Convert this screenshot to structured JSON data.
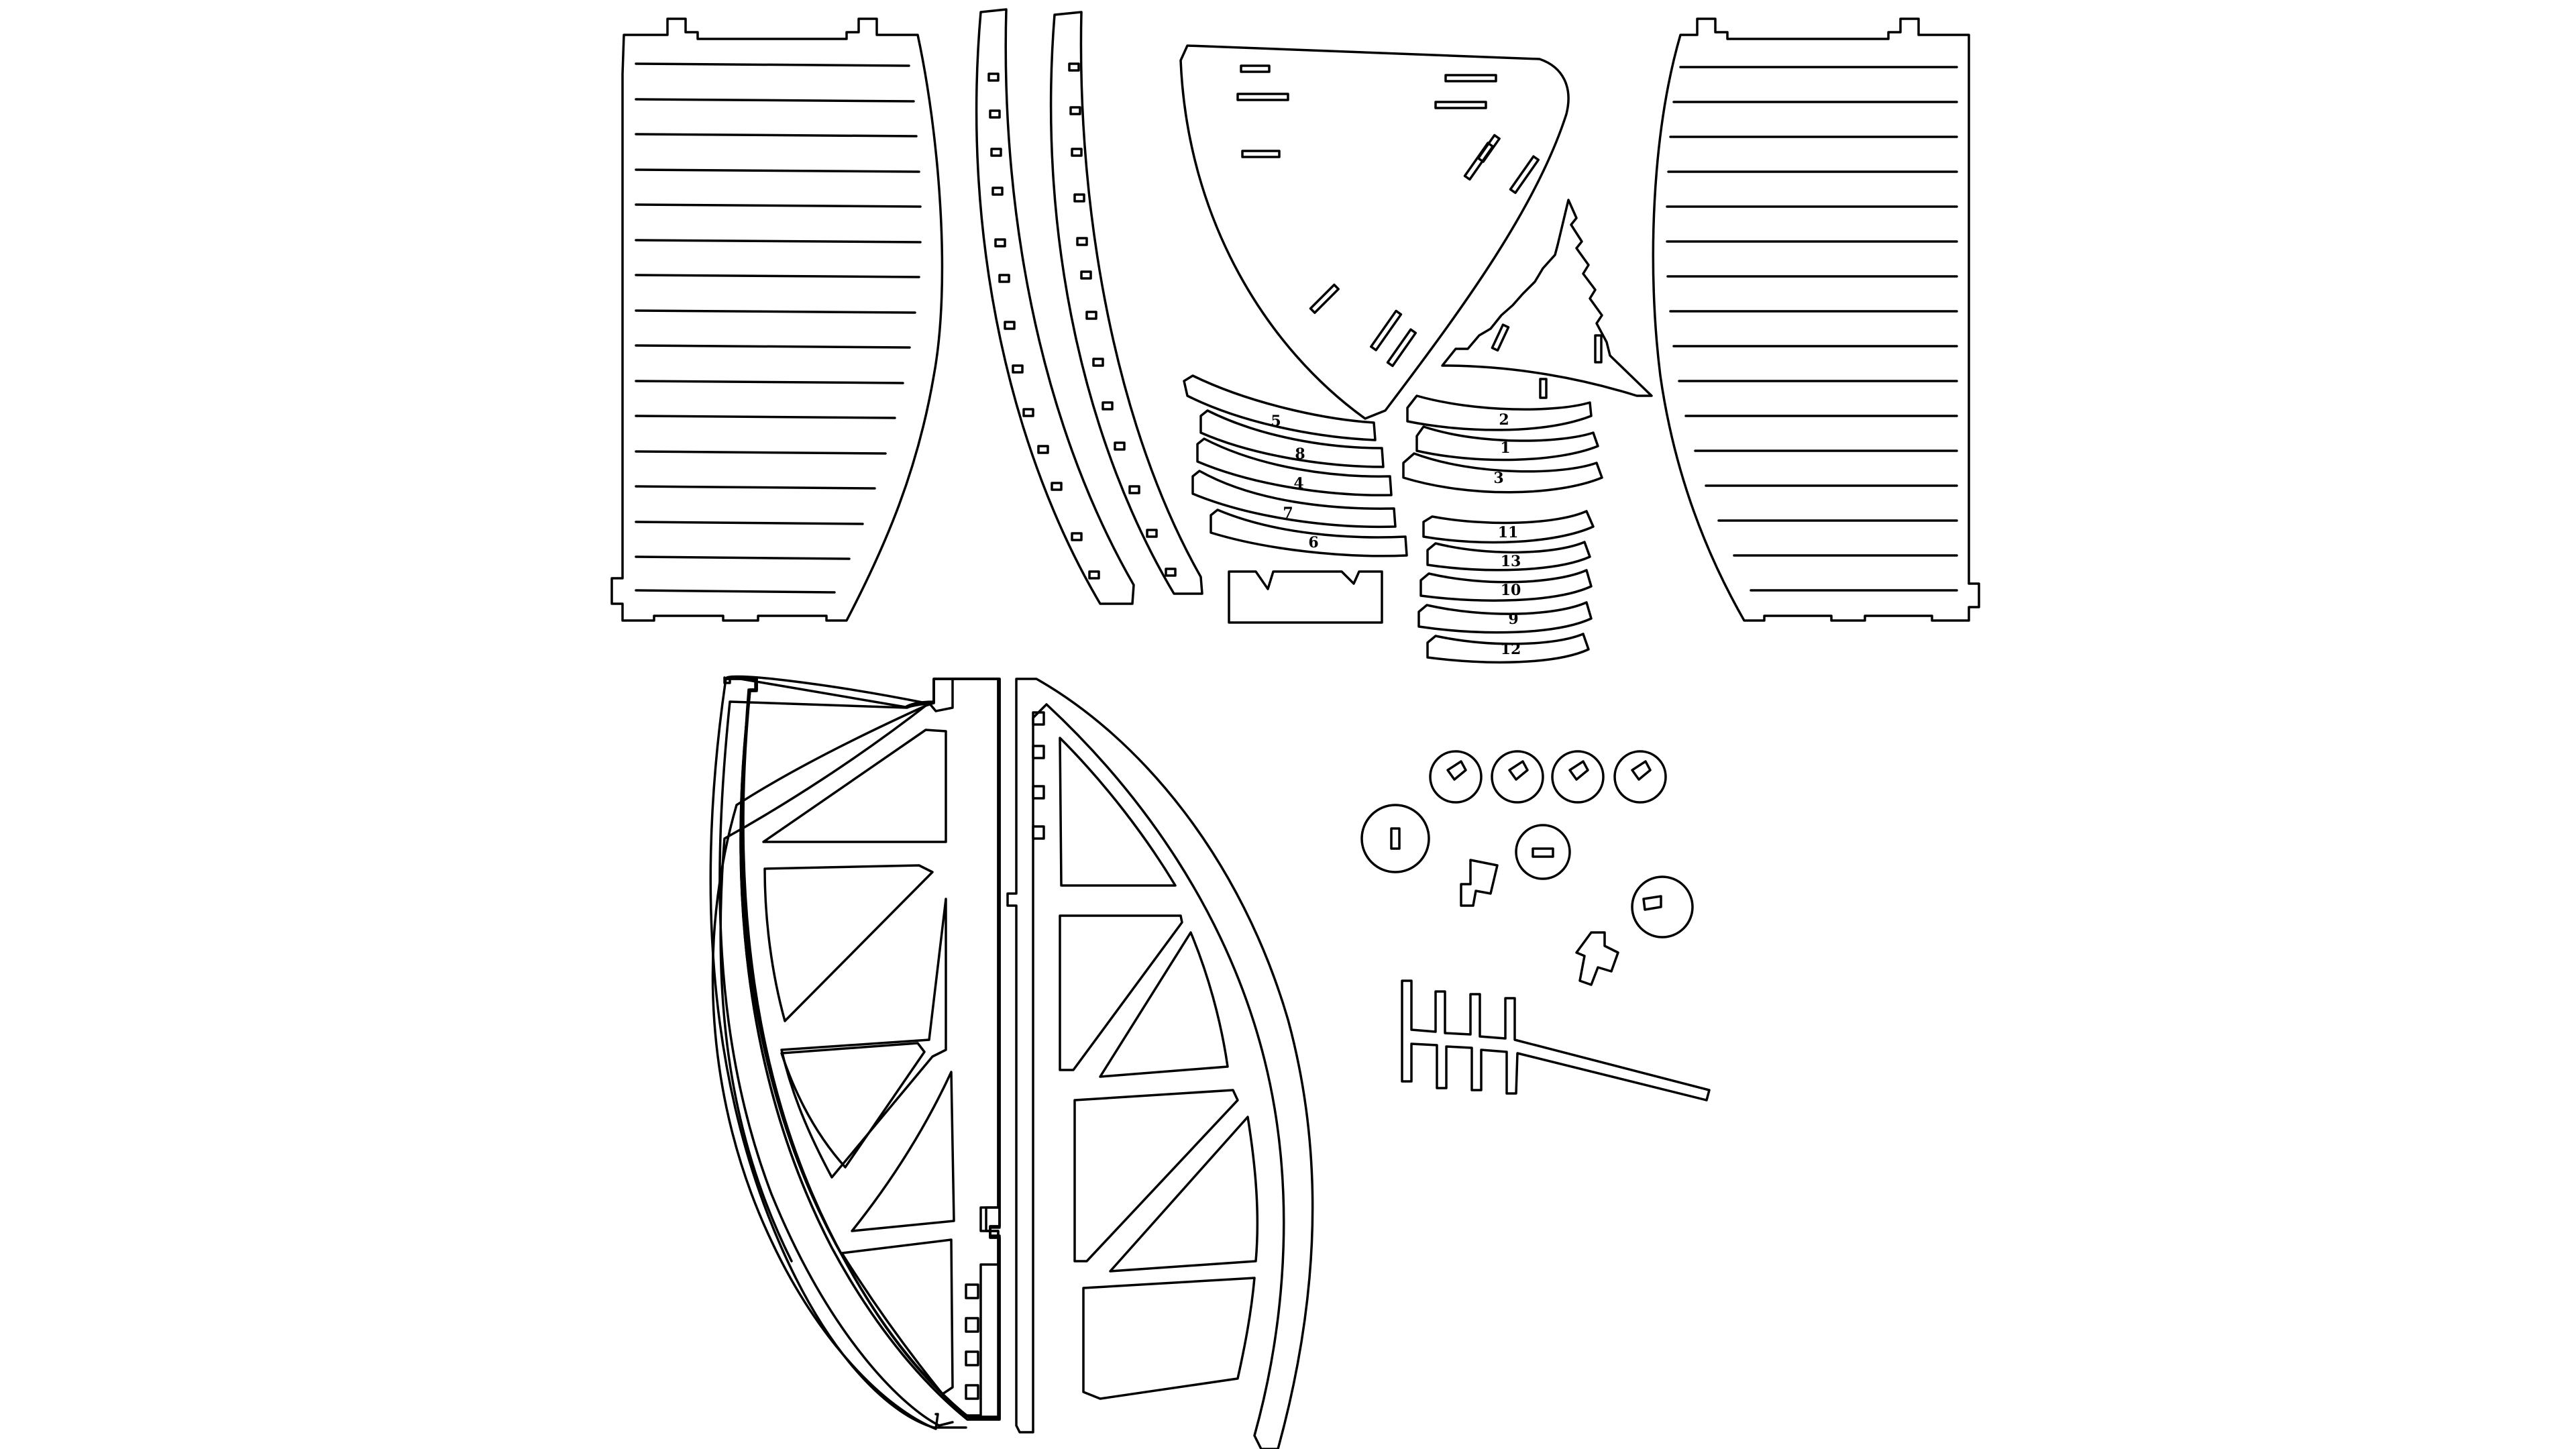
{
  "sheet": {
    "background_color": "#ffffff",
    "line_color": "#000000"
  },
  "left_arc_labels": [
    "5",
    "8",
    "4",
    "7",
    "6"
  ],
  "right_upper_arc_labels": [
    "2",
    "1",
    "3"
  ],
  "right_lower_arc_labels": [
    "11",
    "13",
    "10",
    "9",
    "12"
  ]
}
